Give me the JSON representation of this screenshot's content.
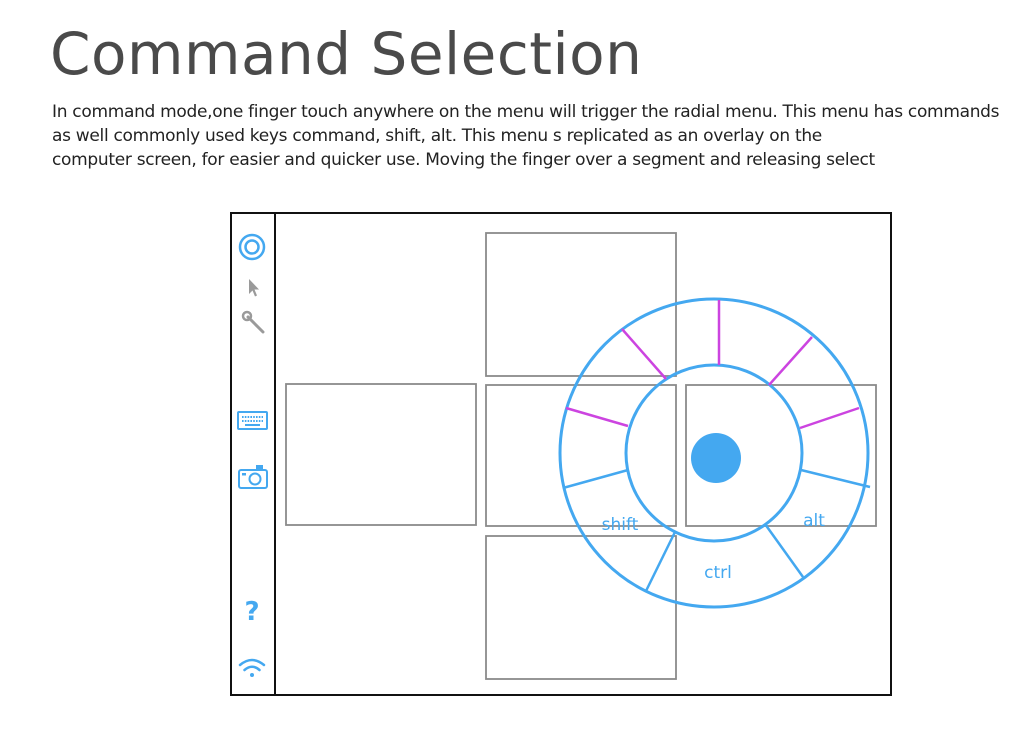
{
  "header": {
    "title": "Command Selection"
  },
  "description": {
    "lines": [
      "In command mode,one finger touch anywhere on the menu will trigger the radial menu. This menu has commands",
      "as well commonly used keys command, shift, alt. This menu s replicated as an overlay on the",
      "computer screen, for easier and quicker use. Moving the finger over a segment and releasing select"
    ]
  },
  "sidebar": {
    "items": [
      {
        "icon": "target-icon",
        "active": true
      },
      {
        "icon": "pointer-icon",
        "active": false
      },
      {
        "icon": "wrench-icon",
        "active": false
      },
      {
        "icon": "keyboard-icon",
        "active": true
      },
      {
        "icon": "camera-icon",
        "active": true
      },
      {
        "icon": "help-icon",
        "active": true
      },
      {
        "icon": "wifi-icon",
        "active": true
      }
    ]
  },
  "radial_menu": {
    "labels": {
      "shift": "shift",
      "ctrl": "ctrl",
      "alt": "alt"
    },
    "colors": {
      "ring": "#44a8f0",
      "highlight_divider": "#cc44e0",
      "center_dot": "#44a8f0",
      "window_outline": "#8a8a8a",
      "sidebar_active": "#44a8f0",
      "sidebar_inactive": "#9a9a9a"
    }
  }
}
